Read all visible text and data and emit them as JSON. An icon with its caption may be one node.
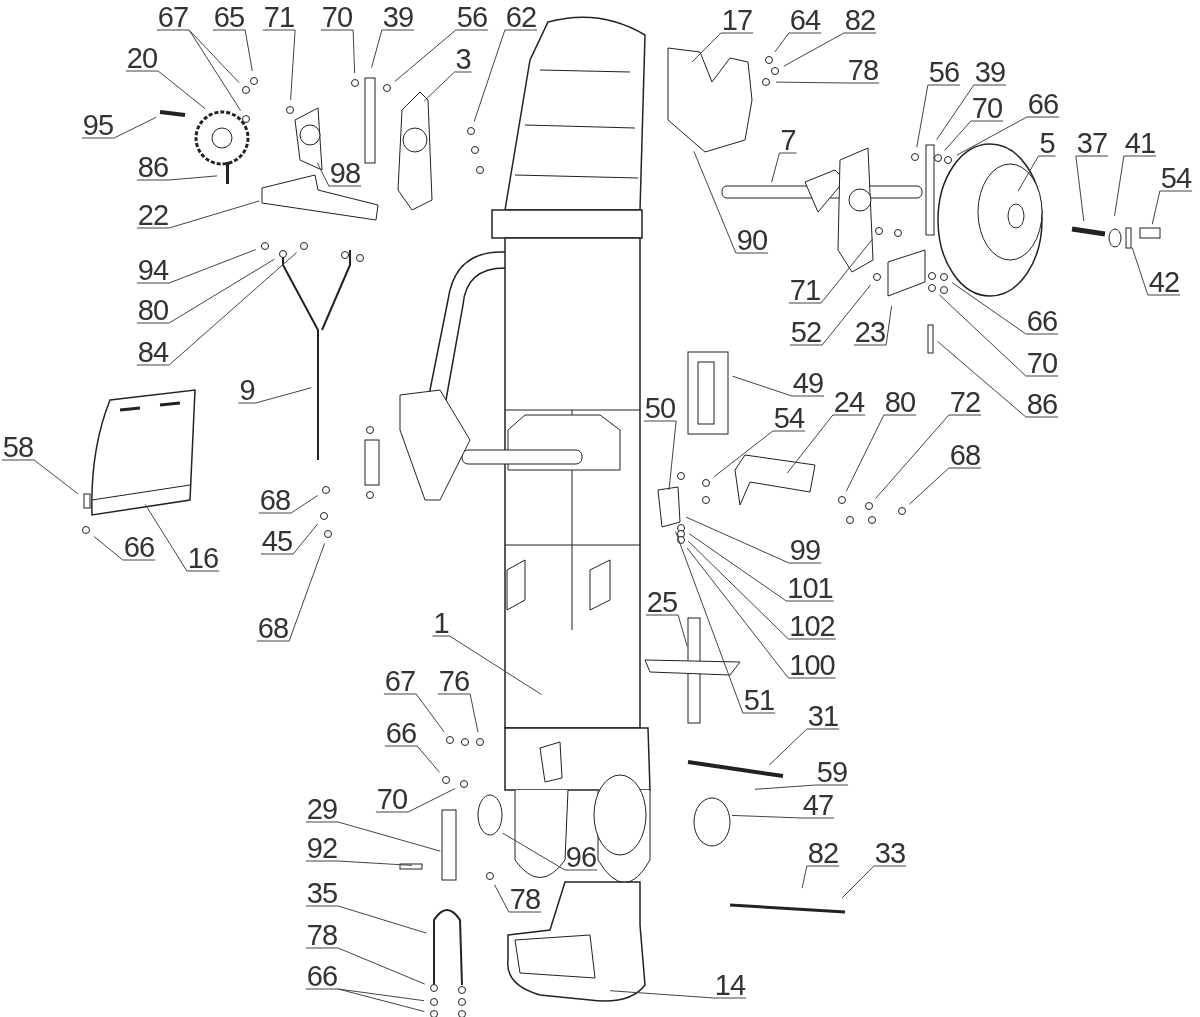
{
  "diagram": {
    "nodes": [
      {
        "text": [
          "67"
        ]
      },
      {
        "text": [
          "65"
        ]
      },
      {
        "text": [
          "71"
        ]
      },
      {
        "text": [
          "70"
        ]
      },
      {
        "text": [
          "39"
        ]
      },
      {
        "text": [
          "56"
        ]
      },
      {
        "text": [
          "62"
        ]
      },
      {
        "text": [
          "17"
        ]
      },
      {
        "text": [
          "64"
        ]
      },
      {
        "text": [
          "82"
        ]
      },
      {
        "text": [
          "20"
        ]
      },
      {
        "text": [
          "3"
        ]
      },
      {
        "text": [
          "78"
        ]
      },
      {
        "text": [
          "56"
        ]
      },
      {
        "text": [
          "39"
        ]
      },
      {
        "text": [
          "7"
        ]
      },
      {
        "text": [
          "70"
        ]
      },
      {
        "text": [
          "95"
        ]
      },
      {
        "text": [
          "5"
        ]
      },
      {
        "text": [
          "37"
        ]
      },
      {
        "text": [
          "41"
        ]
      },
      {
        "text": [
          "66"
        ]
      },
      {
        "text": [
          "54"
        ]
      },
      {
        "text": [
          "86"
        ]
      },
      {
        "text": [
          "98"
        ]
      },
      {
        "text": [
          "22"
        ]
      },
      {
        "text": [
          "90"
        ]
      },
      {
        "text": [
          "42"
        ]
      },
      {
        "text": [
          "94"
        ]
      },
      {
        "text": [
          "80"
        ]
      },
      {
        "text": [
          "71"
        ]
      },
      {
        "text": [
          "52"
        ]
      },
      {
        "text": [
          "23"
        ]
      },
      {
        "text": [
          "66"
        ]
      },
      {
        "text": [
          "84"
        ]
      },
      {
        "text": [
          "70"
        ]
      },
      {
        "text": [
          "9"
        ]
      },
      {
        "text": [
          "49"
        ]
      },
      {
        "text": [
          "86"
        ]
      },
      {
        "text": [
          "50"
        ]
      },
      {
        "text": [
          "54"
        ]
      },
      {
        "text": [
          "24"
        ]
      },
      {
        "text": [
          "80"
        ]
      },
      {
        "text": [
          "72"
        ]
      },
      {
        "text": [
          "58"
        ]
      },
      {
        "text": [
          "68"
        ]
      },
      {
        "text": [
          "68"
        ]
      },
      {
        "text": [
          "45"
        ]
      },
      {
        "text": [
          "66"
        ]
      },
      {
        "text": [
          "16"
        ]
      },
      {
        "text": [
          "99"
        ]
      },
      {
        "text": [
          "101"
        ]
      },
      {
        "text": [
          "25"
        ]
      },
      {
        "text": [
          "102"
        ]
      },
      {
        "text": [
          "68"
        ]
      },
      {
        "text": [
          "1"
        ]
      },
      {
        "text": [
          "100"
        ]
      },
      {
        "text": [
          "51"
        ]
      },
      {
        "text": [
          "67"
        ]
      },
      {
        "text": [
          "76"
        ]
      },
      {
        "text": [
          "31"
        ]
      },
      {
        "text": [
          "66"
        ]
      },
      {
        "text": [
          "59"
        ]
      },
      {
        "text": [
          "70"
        ]
      },
      {
        "text": [
          "47"
        ]
      },
      {
        "text": [
          "29"
        ]
      },
      {
        "text": [
          "96"
        ]
      },
      {
        "text": [
          "82"
        ]
      },
      {
        "text": [
          "33"
        ]
      },
      {
        "text": [
          "92"
        ]
      },
      {
        "text": [
          "78"
        ]
      },
      {
        "text": [
          "35"
        ]
      },
      {
        "text": [
          "78"
        ]
      },
      {
        "text": [
          "66"
        ]
      },
      {
        "text": [
          "14"
        ]
      }
    ],
    "edges": [
      {
        "from": 0,
        "to": null,
        "arrow": "none"
      },
      {
        "from": 0,
        "to": null,
        "arrow": "none"
      },
      {
        "from": 1,
        "to": null,
        "arrow": "none"
      },
      {
        "from": 2,
        "to": null,
        "arrow": "none"
      },
      {
        "from": 3,
        "to": null,
        "arrow": "none"
      },
      {
        "from": 4,
        "to": null,
        "arrow": "none"
      },
      {
        "from": 5,
        "to": null,
        "arrow": "none"
      },
      {
        "from": 6,
        "to": null,
        "arrow": "none"
      },
      {
        "from": 7,
        "to": null,
        "arrow": "none"
      },
      {
        "from": 8,
        "to": null,
        "arrow": "none"
      },
      {
        "from": 9,
        "to": null,
        "arrow": "none"
      },
      {
        "from": 10,
        "to": null,
        "arrow": "none"
      },
      {
        "from": 11,
        "to": null,
        "arrow": "none"
      },
      {
        "from": 12,
        "to": null,
        "arrow": "none"
      },
      {
        "from": 13,
        "to": null,
        "arrow": "none"
      },
      {
        "from": 14,
        "to": null,
        "arrow": "none"
      },
      {
        "from": 15,
        "to": null,
        "arrow": "none"
      },
      {
        "from": 16,
        "to": null,
        "arrow": "none"
      },
      {
        "from": 17,
        "to": null,
        "arrow": "none"
      },
      {
        "from": 18,
        "to": null,
        "arrow": "none"
      },
      {
        "from": 19,
        "to": null,
        "arrow": "none"
      },
      {
        "from": 20,
        "to": null,
        "arrow": "none"
      },
      {
        "from": 21,
        "to": null,
        "arrow": "none"
      },
      {
        "from": 22,
        "to": null,
        "arrow": "none"
      },
      {
        "from": 23,
        "to": null,
        "arrow": "none"
      },
      {
        "from": 24,
        "to": null,
        "arrow": "none"
      },
      {
        "from": 25,
        "to": null,
        "arrow": "none"
      },
      {
        "from": 26,
        "to": null,
        "arrow": "none"
      },
      {
        "from": 27,
        "to": null,
        "arrow": "none"
      },
      {
        "from": 28,
        "to": null,
        "arrow": "none"
      },
      {
        "from": 29,
        "to": null,
        "arrow": "none"
      },
      {
        "from": 30,
        "to": null,
        "arrow": "none"
      },
      {
        "from": 31,
        "to": null,
        "arrow": "none"
      },
      {
        "from": 32,
        "to": null,
        "arrow": "none"
      },
      {
        "from": 33,
        "to": null,
        "arrow": "none"
      },
      {
        "from": 34,
        "to": null,
        "arrow": "none"
      },
      {
        "from": 35,
        "to": null,
        "arrow": "none"
      },
      {
        "from": 36,
        "to": null,
        "arrow": "none"
      },
      {
        "from": 37,
        "to": null,
        "arrow": "none"
      },
      {
        "from": 38,
        "to": null,
        "arrow": "none"
      },
      {
        "from": 39,
        "to": null,
        "arrow": "none"
      },
      {
        "from": 40,
        "to": null,
        "arrow": "none"
      },
      {
        "from": 41,
        "to": null,
        "arrow": "none"
      },
      {
        "from": 42,
        "to": null,
        "arrow": "none"
      },
      {
        "from": 43,
        "to": null,
        "arrow": "none"
      },
      {
        "from": 44,
        "to": null,
        "arrow": "none"
      },
      {
        "from": 45,
        "to": null,
        "arrow": "none"
      },
      {
        "from": 46,
        "to": null,
        "arrow": "none"
      },
      {
        "from": 47,
        "to": null,
        "arrow": "none"
      },
      {
        "from": 48,
        "to": null,
        "arrow": "none"
      },
      {
        "from": 49,
        "to": null,
        "arrow": "none"
      },
      {
        "from": 50,
        "to": null,
        "arrow": "none"
      },
      {
        "from": 51,
        "to": null,
        "arrow": "none"
      },
      {
        "from": 52,
        "to": null,
        "arrow": "none"
      },
      {
        "from": 53,
        "to": null,
        "arrow": "none"
      },
      {
        "from": 54,
        "to": null,
        "arrow": "none"
      },
      {
        "from": 55,
        "to": null,
        "arrow": "none"
      },
      {
        "from": 56,
        "to": null,
        "arrow": "none"
      },
      {
        "from": 57,
        "to": null,
        "arrow": "none"
      },
      {
        "from": 58,
        "to": null,
        "arrow": "none"
      },
      {
        "from": 59,
        "to": null,
        "arrow": "none"
      },
      {
        "from": 60,
        "to": null,
        "arrow": "none"
      },
      {
        "from": 61,
        "to": null,
        "arrow": "none"
      },
      {
        "from": 62,
        "to": null,
        "arrow": "none"
      },
      {
        "from": 63,
        "to": null,
        "arrow": "none"
      },
      {
        "from": 64,
        "to": null,
        "arrow": "none"
      },
      {
        "from": 65,
        "to": null,
        "arrow": "none"
      },
      {
        "from": 66,
        "to": null,
        "arrow": "none"
      },
      {
        "from": 67,
        "to": null,
        "arrow": "none"
      },
      {
        "from": 68,
        "to": null,
        "arrow": "none"
      },
      {
        "from": 69,
        "to": null,
        "arrow": "none"
      },
      {
        "from": 70,
        "to": null,
        "arrow": "none"
      },
      {
        "from": 71,
        "to": null,
        "arrow": "none"
      },
      {
        "from": 72,
        "to": null,
        "arrow": "none"
      },
      {
        "from": 73,
        "to": null,
        "arrow": "none"
      },
      {
        "from": 73,
        "to": null,
        "arrow": "none"
      },
      {
        "from": 74,
        "to": null,
        "arrow": "none"
      }
    ]
  }
}
